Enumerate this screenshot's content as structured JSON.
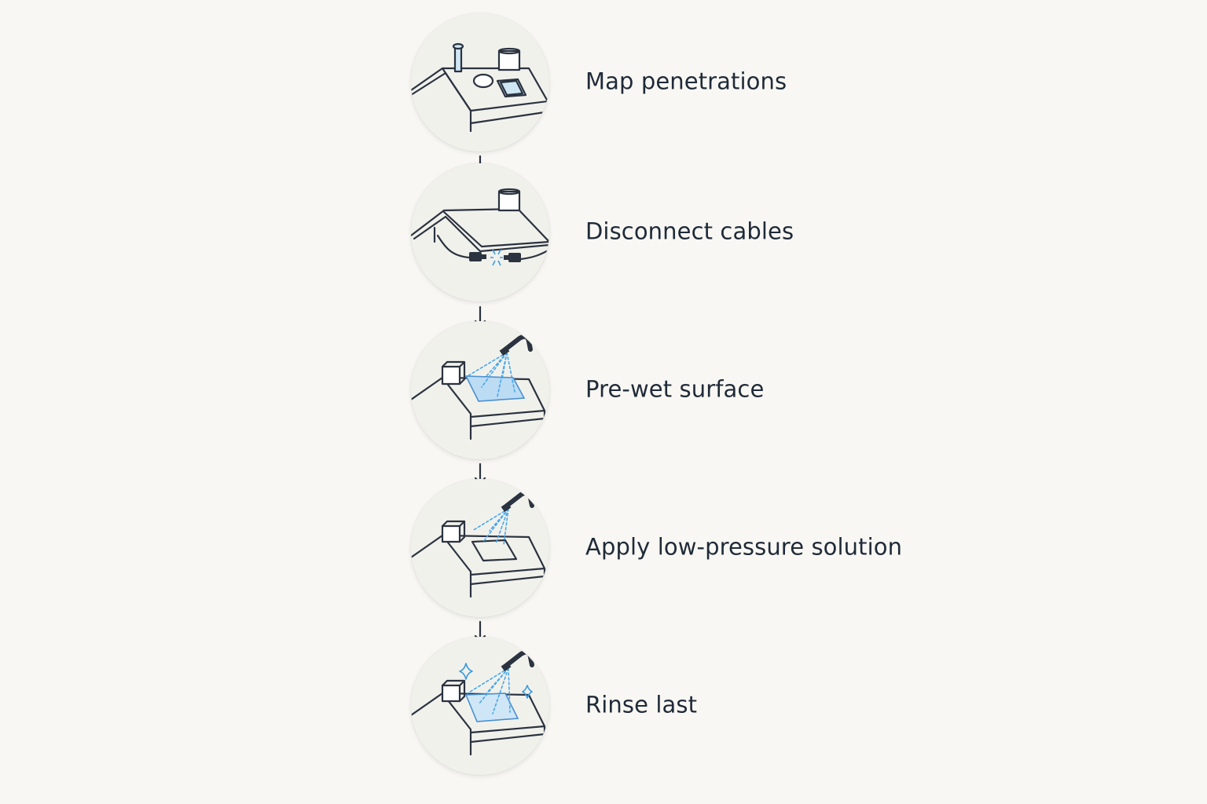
{
  "steps": [
    {
      "label": "Map penetrations",
      "icon": "roof-penetrations-icon"
    },
    {
      "label": "Disconnect cables",
      "icon": "disconnect-cables-icon"
    },
    {
      "label": "Pre-wet surface",
      "icon": "pre-wet-spray-icon"
    },
    {
      "label": "Apply low-pressure solution",
      "icon": "low-pressure-spray-icon"
    },
    {
      "label": "Rinse last",
      "icon": "rinse-sparkle-icon"
    }
  ],
  "colors": {
    "background": "#f8f7f3",
    "text": "#1f2a38",
    "line": "#2b3340",
    "water": "#4aa7e8"
  }
}
